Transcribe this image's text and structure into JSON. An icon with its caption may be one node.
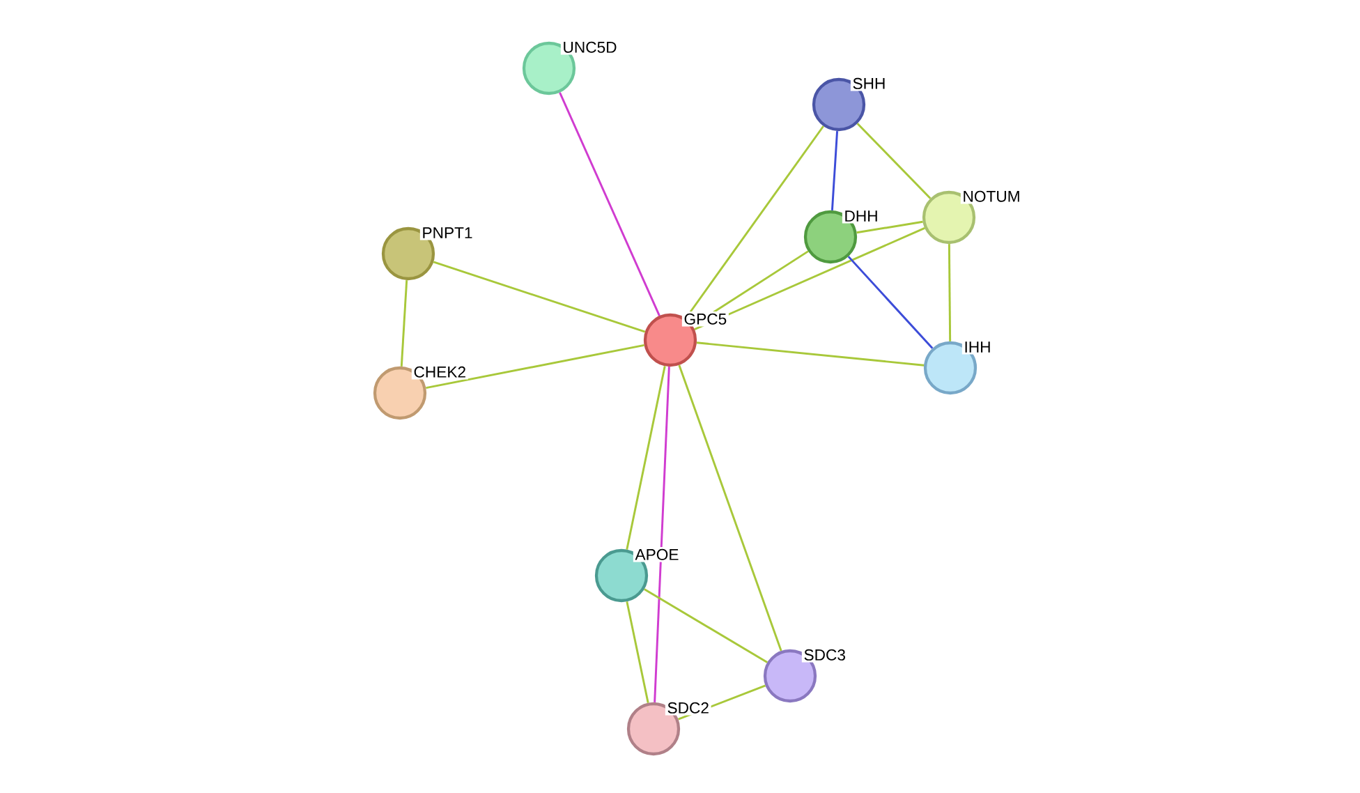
{
  "diagram": {
    "nodes": [
      {
        "text": [
          "UNC5D"
        ]
      },
      {
        "text": [
          "SHH"
        ]
      },
      {
        "text": [
          "NOTUM"
        ]
      },
      {
        "text": [
          "DHH"
        ]
      },
      {
        "text": [
          "PNPT1"
        ]
      },
      {
        "text": [
          "GPC5"
        ]
      },
      {
        "text": [
          "CHEK2"
        ]
      },
      {
        "text": [
          "IHH"
        ]
      },
      {
        "text": [
          "APOE"
        ]
      },
      {
        "text": [
          "SDC3"
        ]
      },
      {
        "text": [
          "SDC2"
        ]
      }
    ],
    "edges": [
      {
        "from": 5,
        "to": 0,
        "arrow": "none",
        "color": "#d03cd0"
      },
      {
        "from": 5,
        "to": 1,
        "arrow": "none"
      },
      {
        "from": 5,
        "to": 3,
        "arrow": "none"
      },
      {
        "from": 5,
        "to": 2,
        "arrow": "none"
      },
      {
        "from": 5,
        "to": 7,
        "arrow": "none"
      },
      {
        "from": 5,
        "to": 4,
        "arrow": "none"
      },
      {
        "from": 5,
        "to": 6,
        "arrow": "none"
      },
      {
        "from": 4,
        "to": 6,
        "arrow": "none"
      },
      {
        "from": 1,
        "to": 3,
        "arrow": "none",
        "color": "#3c4cd8"
      },
      {
        "from": 1,
        "to": 2,
        "arrow": "none"
      },
      {
        "from": 3,
        "to": 2,
        "arrow": "none"
      },
      {
        "from": 3,
        "to": 7,
        "arrow": "none",
        "color": "#3c4cd8"
      },
      {
        "from": 2,
        "to": 7,
        "arrow": "none"
      },
      {
        "from": 5,
        "to": 8,
        "arrow": "none"
      },
      {
        "from": 5,
        "to": 10,
        "arrow": "none",
        "color": "#d03cd0"
      },
      {
        "from": 5,
        "to": 9,
        "arrow": "none"
      },
      {
        "from": 8,
        "to": 10,
        "arrow": "none"
      },
      {
        "from": 8,
        "to": 9,
        "arrow": "none"
      },
      {
        "from": 9,
        "to": 10,
        "arrow": "none"
      }
    ]
  }
}
